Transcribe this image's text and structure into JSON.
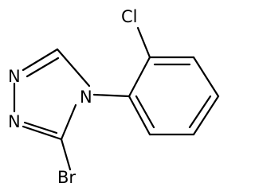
{
  "molecule": {
    "atoms": {
      "n_top": "N",
      "n_bottom": "N",
      "n_aryl": "N",
      "bromine": "Br",
      "chlorine": "Cl"
    }
  },
  "colors": {
    "bond": "#000000",
    "text": "#000000",
    "background": "#ffffff"
  }
}
